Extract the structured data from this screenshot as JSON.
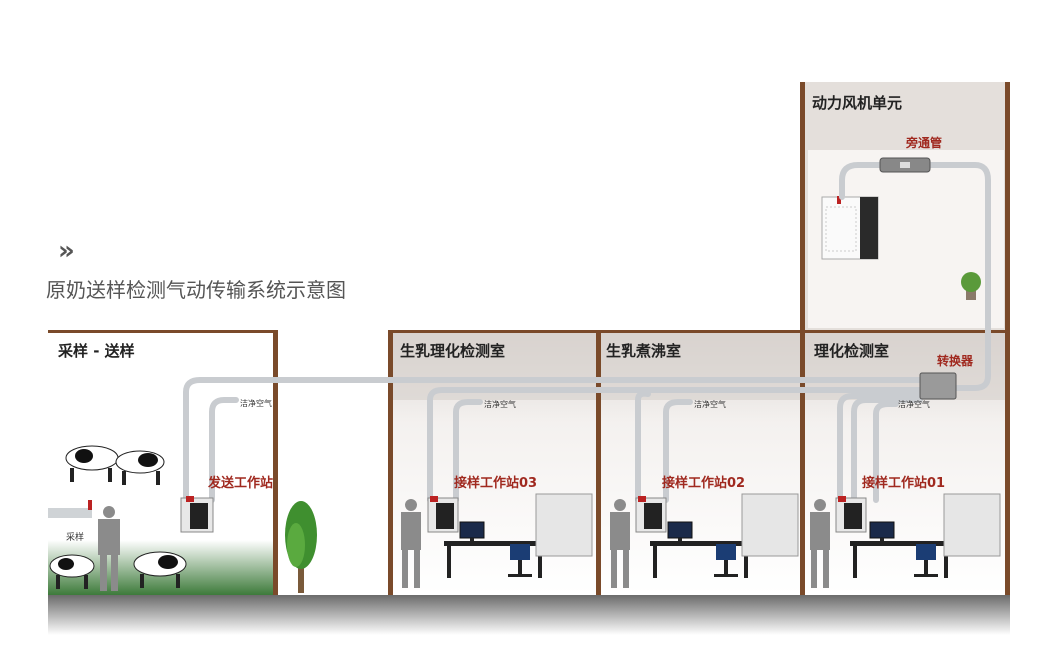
{
  "header": {
    "chevron": "»",
    "subtitle": "原奶送样检测气动传输系统示意图"
  },
  "rooms": {
    "sampling": {
      "label": "采样 - 送样"
    },
    "lab03": {
      "label": "生乳理化检测室"
    },
    "boiling": {
      "label": "生乳煮沸室"
    },
    "lab01": {
      "label": "理化检测室"
    },
    "blower": {
      "label": "动力风机单元"
    }
  },
  "stations": {
    "send": "发送工作站",
    "recv03": "接样工作站03",
    "recv02": "接样工作站02",
    "recv01": "接样工作站01"
  },
  "components": {
    "bypass": "旁通管",
    "switcher": "转换器",
    "clean_air": "洁净空气",
    "sampling_point": "采样"
  },
  "colors": {
    "wall": "#7a4a2a",
    "label_red": "#a0291f",
    "pipe": "#c9ccd0",
    "ground": "#6b6b6b"
  }
}
